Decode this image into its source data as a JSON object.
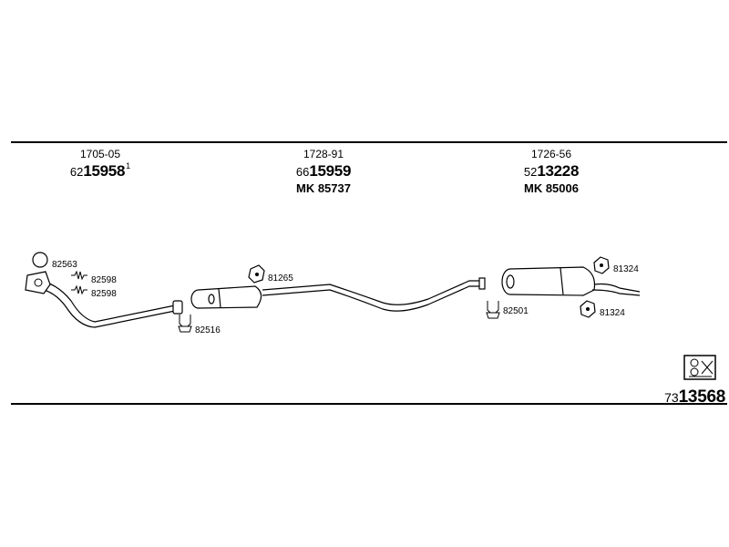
{
  "sections": [
    {
      "code": "1705-05",
      "pn_prefix": "62",
      "pn_main": "15958",
      "pn_note": "1",
      "mk": ""
    },
    {
      "code": "1728-91",
      "pn_prefix": "66",
      "pn_main": "15959",
      "pn_note": "",
      "mk": "MK 85737"
    },
    {
      "code": "1726-56",
      "pn_prefix": "52",
      "pn_main": "13228",
      "pn_note": "",
      "mk": "MK 85006"
    }
  ],
  "part_labels": {
    "ring": "82563",
    "clamp_a": "82598",
    "clamp_b": "82598",
    "hanger_front": "82516",
    "hanger_mid": "81265",
    "hanger_rear": "82501",
    "rubber_top": "81324",
    "rubber_bottom": "81324"
  },
  "footer": {
    "doc_prefix": "73",
    "doc_main": "13568",
    "icon": "catalog-symbol-icon"
  }
}
